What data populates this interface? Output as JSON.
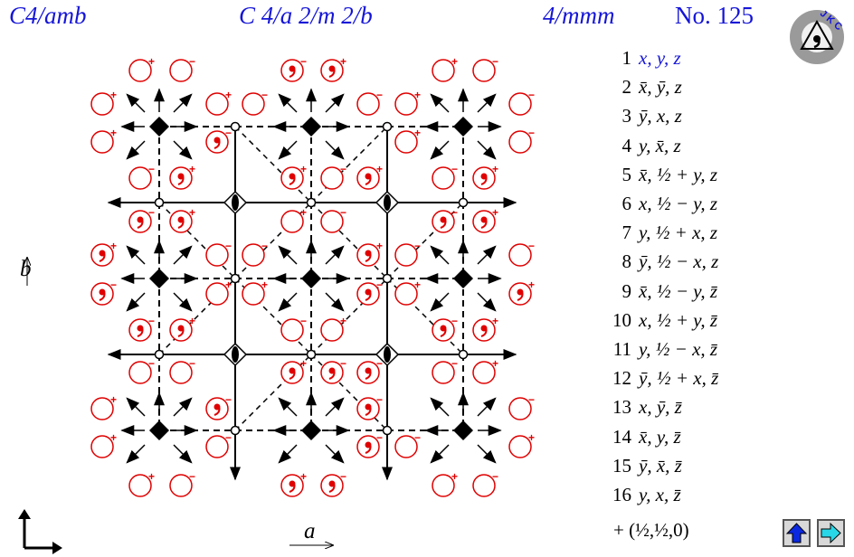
{
  "header": {
    "short_symbol": "C4/amb",
    "full_symbol": "C 4/a 2/m 2/b",
    "point_group": "4/mmm",
    "number_label": "No. 125"
  },
  "axes": {
    "b": "b",
    "a": "a"
  },
  "operations": [
    {
      "num": "1",
      "text": "x, y, z"
    },
    {
      "num": "2",
      "text": "x̄, ȳ, z"
    },
    {
      "num": "3",
      "text": "ȳ, x, z"
    },
    {
      "num": "4",
      "text": "y, x̄, z"
    },
    {
      "num": "5",
      "text": "x̄, ½ + y, z"
    },
    {
      "num": "6",
      "text": "x, ½ − y, z"
    },
    {
      "num": "7",
      "text": "y, ½ + x, z"
    },
    {
      "num": "8",
      "text": "ȳ, ½ − x, z"
    },
    {
      "num": "9",
      "text": "x̄, ½ − y, z̄"
    },
    {
      "num": "10",
      "text": "x, ½ + y, z̄"
    },
    {
      "num": "11",
      "text": "y, ½ − x, z̄"
    },
    {
      "num": "12",
      "text": "ȳ, ½ + x, z̄"
    },
    {
      "num": "13",
      "text": "x, ȳ, z̄"
    },
    {
      "num": "14",
      "text": "x̄, y, z̄"
    },
    {
      "num": "15",
      "text": "ȳ, x̄, z̄"
    },
    {
      "num": "16",
      "text": "y, x, z̄"
    }
  ],
  "centering": "+ (½,½,0)",
  "logo_text": "JKC",
  "colors": {
    "accent": "#1515d8",
    "red": "#e00000",
    "nav_up": "#0a28e0",
    "nav_right": "#28d8e8"
  },
  "nav": {
    "up_icon": "arrow-up-icon",
    "right_icon": "arrow-right-icon"
  }
}
